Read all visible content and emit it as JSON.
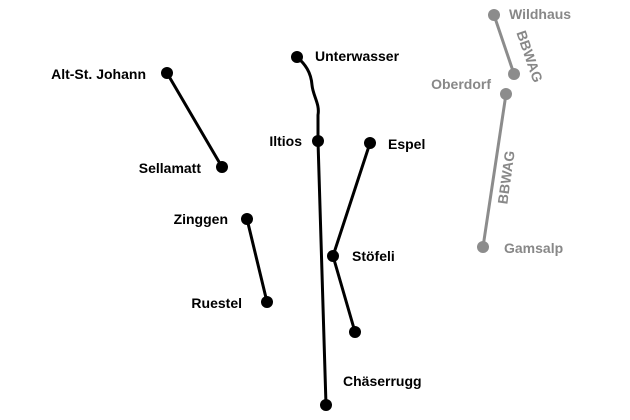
{
  "colors": {
    "line_dark": "#000000",
    "line_grey": "#8c8c8c",
    "label_dark": "#000000",
    "label_grey": "#888888",
    "background": "#ffffff"
  },
  "stations": {
    "alt_st_johann": "Alt-St. Johann",
    "sellamatt": "Sellamatt",
    "unterwasser": "Unterwasser",
    "iltios": "Iltios",
    "espel": "Espel",
    "stoefeli": "Stöfeli",
    "zinggen": "Zinggen",
    "ruestel": "Ruestel",
    "chaeserrugg": "Chäserrugg",
    "wildhaus": "Wildhaus",
    "oberdorf": "Oberdorf",
    "gamsalp": "Gamsalp"
  },
  "lines": {
    "bbwag_upper": "BBWAG",
    "bbwag_lower": "BBWAG"
  }
}
